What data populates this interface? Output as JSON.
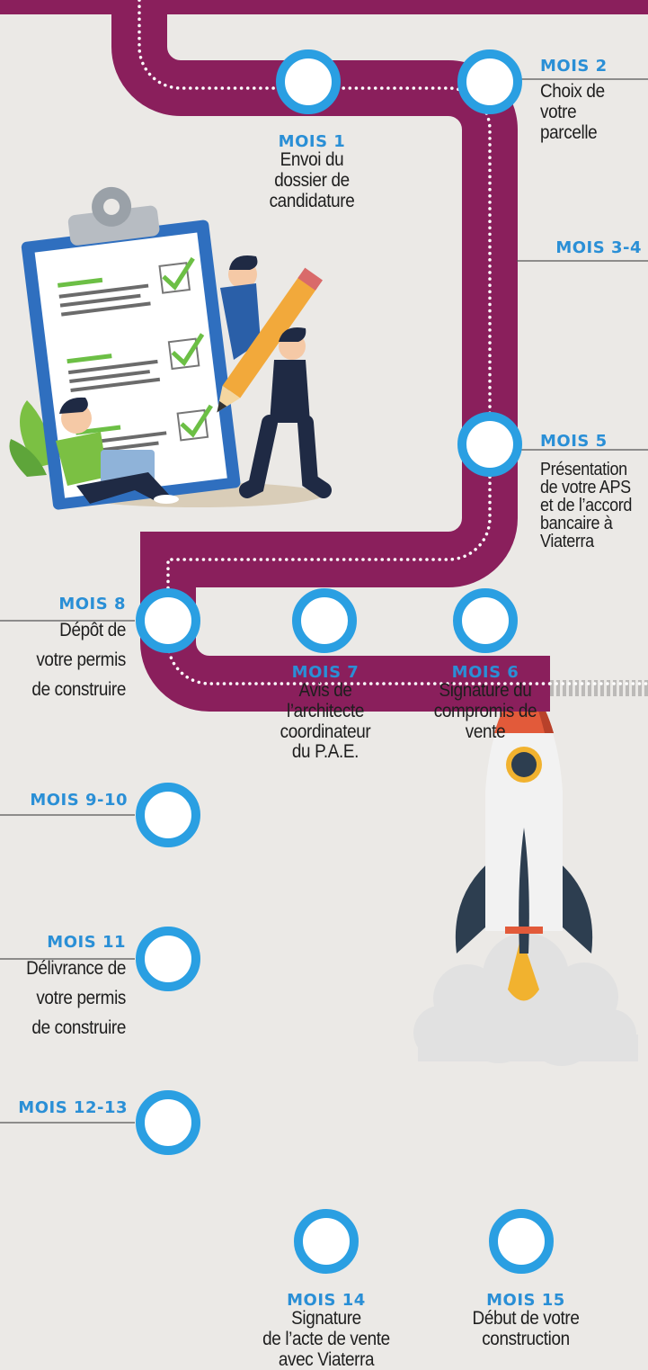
{
  "milestones": [
    {
      "month": "MOIS 1",
      "text": "Envoi du\ndossier de\ncandidature"
    },
    {
      "month": "MOIS 2",
      "text": "Choix de\nvotre\nparcelle"
    },
    {
      "month": "MOIS 3-4",
      "text": ""
    },
    {
      "month": "MOIS 5",
      "text": "Présentation\nde votre APS\net de l’accord\nbancaire à\nViaterra"
    },
    {
      "month": "MOIS 6",
      "text": "Signature du\ncompromis de\nvente"
    },
    {
      "month": "MOIS 7",
      "text": "Avis de\nl’architecte\ncoordinateur\ndu P.A.E."
    },
    {
      "month": "MOIS 8",
      "text": "Dépôt de\nvotre permis\nde construire"
    },
    {
      "month": "MOIS 9-10",
      "text": ""
    },
    {
      "month": "MOIS 11",
      "text": "Délivrance de\nvotre permis\nde construire"
    },
    {
      "month": "MOIS 12-13",
      "text": ""
    },
    {
      "month": "MOIS 14",
      "text": "Signature\nde l’acte de vente\navec Viaterra"
    },
    {
      "month": "MOIS 15",
      "text": "Début de votre\nconstruction"
    }
  ],
  "colors": {
    "route": "#8a1f5c",
    "node_ring": "#2a9fe2",
    "month_text": "#2a8fd6",
    "background": "#ebe9e6"
  },
  "illustrations": [
    "clipboard-checklist-illustration",
    "rocket-launch-illustration"
  ]
}
